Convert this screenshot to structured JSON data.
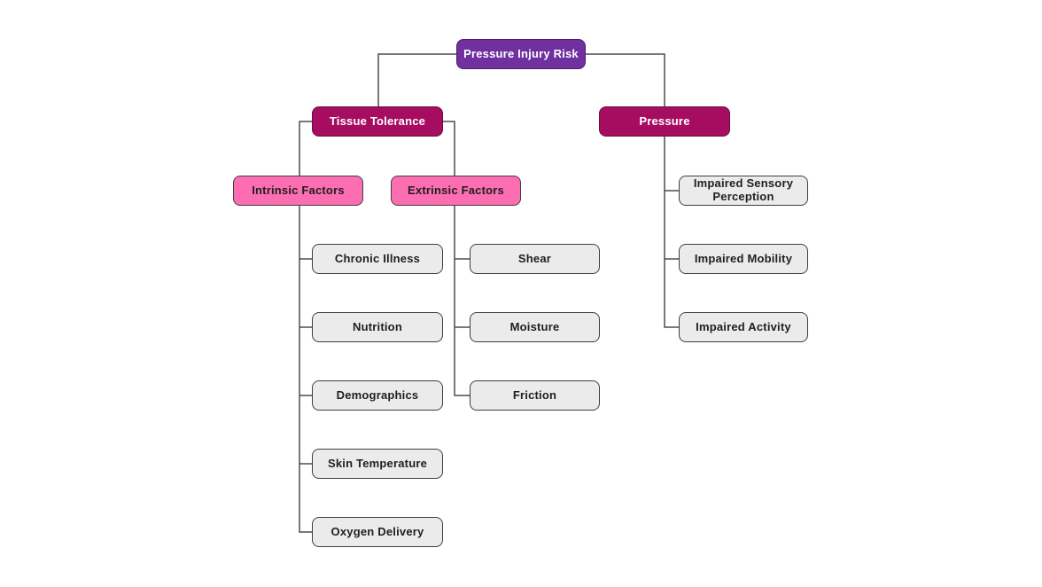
{
  "diagram_type": "tree",
  "tree": {
    "label": "Pressure Injury Risk",
    "children": [
      {
        "label": "Tissue Tolerance",
        "children": [
          {
            "label": "Intrinsic Factors",
            "children": [
              {
                "label": "Chronic Illness"
              },
              {
                "label": "Nutrition"
              },
              {
                "label": "Demographics"
              },
              {
                "label": "Skin Temperature"
              },
              {
                "label": "Oxygen Delivery"
              }
            ]
          },
          {
            "label": "Extrinsic Factors",
            "children": [
              {
                "label": "Shear"
              },
              {
                "label": "Moisture"
              },
              {
                "label": "Friction"
              }
            ]
          }
        ]
      },
      {
        "label": "Pressure",
        "children": [
          {
            "label": "Impaired Sensory Perception"
          },
          {
            "label": "Impaired Mobility"
          },
          {
            "label": "Impaired Activity"
          }
        ]
      }
    ]
  },
  "colors": {
    "root_fill": "#7030A0",
    "root_border": "#4B1D6E",
    "branch_fill": "#A60D61",
    "branch_border": "#6E0A40",
    "subbranch_fill": "#FC6EB1",
    "leaf_fill": "#EBEBEB",
    "dark_border": "#3F3F3F",
    "line": "#4D4D4D",
    "text_on_dark": "#FFFFFF",
    "text_on_light": "#1F1F1F"
  }
}
